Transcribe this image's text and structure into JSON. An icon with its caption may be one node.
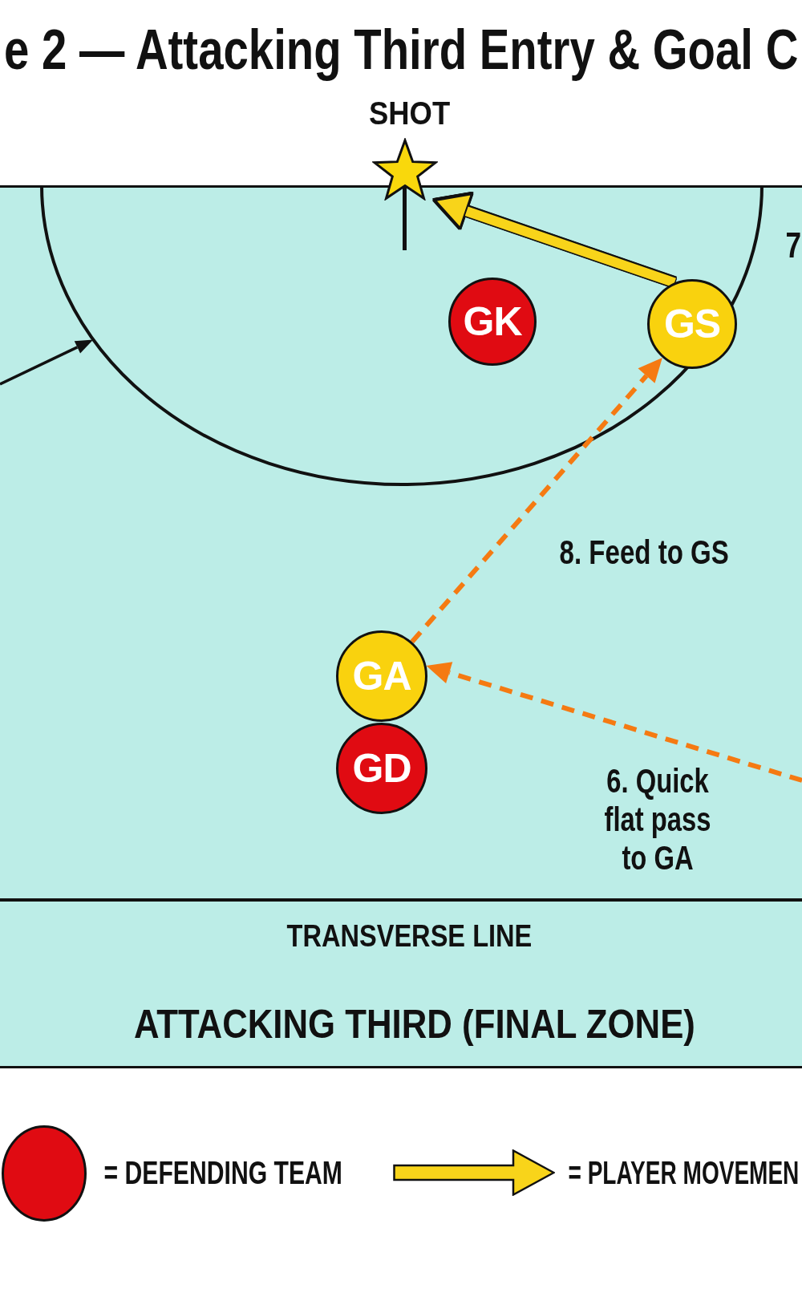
{
  "diagram": {
    "title": "e 2 — Attacking Third Entry & Goal C",
    "nodes": [
      {
        "text": [
          "SHOT"
        ]
      },
      {
        "text": [
          "TRANSVERSE LINE",
          "ATTACKING THIRD (FINAL ZONE)"
        ]
      },
      {
        "text": [],
        "shape": "semicircle",
        "in": 1
      },
      {
        "text": [
          "GK"
        ],
        "in": 2
      },
      {
        "text": [
          "GS"
        ],
        "in": 2
      },
      {
        "text": [
          "GA"
        ],
        "in": 1
      },
      {
        "text": [
          "GD"
        ],
        "in": 1
      }
    ],
    "edges": [
      {
        "from": 4,
        "to": 0,
        "arrow": "to",
        "style": "thick",
        "color": "#f8d41a"
      },
      {
        "from": 5,
        "to": 4,
        "arrow": "to",
        "style": "dashed",
        "color": "#f57a12",
        "label": "8. Feed to GS"
      },
      {
        "from": null,
        "to": 5,
        "arrow": "to",
        "style": "dashed",
        "color": "#f57a12",
        "label": "6. Quick flat pass to GA"
      },
      {
        "from": null,
        "to": 2,
        "arrow": "to",
        "color": "#111111"
      }
    ],
    "labels": [
      "7"
    ],
    "legend": [
      {
        "text": "= DEFENDING TEAM",
        "color": "#e00b12"
      },
      {
        "text": "= PLAYER MOVEMEN"
      }
    ]
  }
}
